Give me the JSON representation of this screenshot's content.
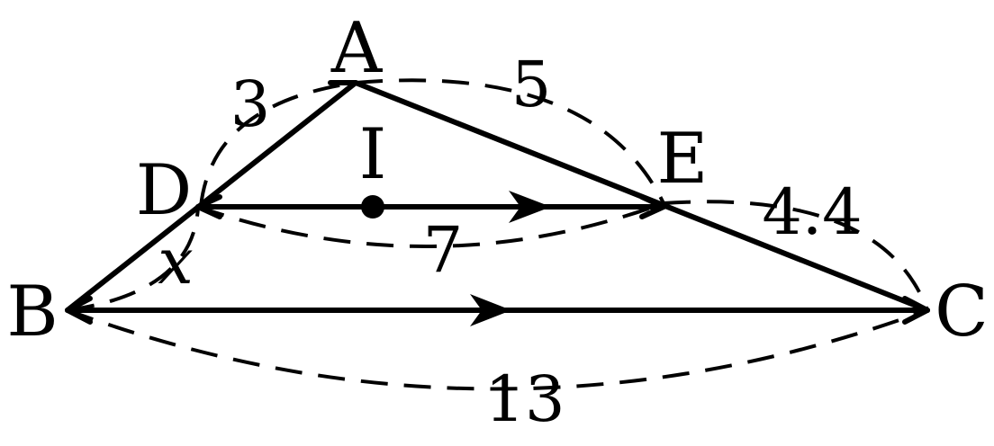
{
  "points": {
    "A": "A",
    "B": "B",
    "C": "C",
    "D": "D",
    "E": "E",
    "I": "I"
  },
  "lengths": {
    "AD": "3",
    "AE": "5",
    "DE": "7",
    "EC": "4.4",
    "DB": "x",
    "BC": "13"
  },
  "parallel_marks": [
    "DE",
    "BC"
  ]
}
